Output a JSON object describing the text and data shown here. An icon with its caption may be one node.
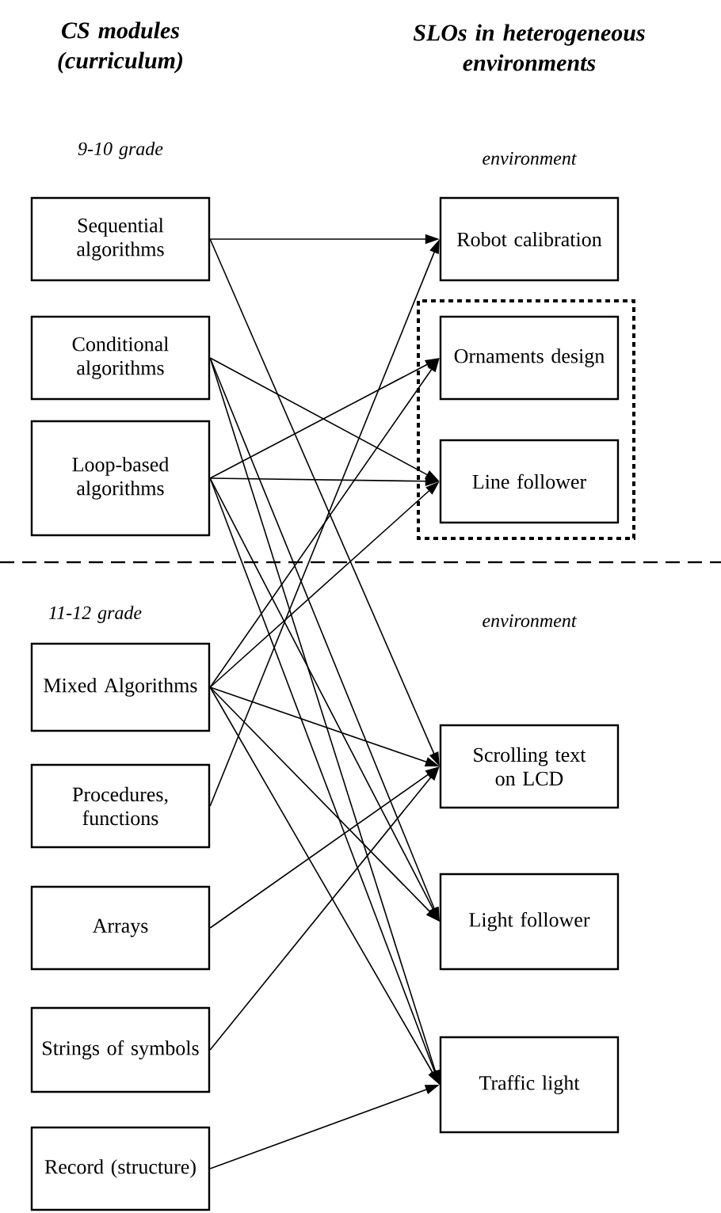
{
  "diagram": {
    "nodes": [
      {
        "text": [
          "Sequential algorithms"
        ]
      },
      {
        "text": [
          "Conditional algorithms"
        ]
      },
      {
        "text": [
          "Loop-based algorithms"
        ]
      },
      {
        "text": [
          "Mixed Algorithms"
        ]
      },
      {
        "text": [
          "Procedures, functions"
        ]
      },
      {
        "text": [
          "Arrays"
        ]
      },
      {
        "text": [
          "Strings of symbols"
        ]
      },
      {
        "text": [
          "Record (structure)"
        ]
      },
      {
        "text": [
          "Robot calibration"
        ]
      },
      {
        "text": [
          "Ornaments design"
        ]
      },
      {
        "text": [
          "Line follower"
        ]
      },
      {
        "text": [
          "Scrolling text on LCD"
        ]
      },
      {
        "text": [
          "Light follower"
        ]
      },
      {
        "text": [
          "Traffic light"
        ]
      }
    ],
    "edges": [
      {
        "from": 0,
        "to": 8,
        "arrow": "to"
      },
      {
        "from": 0,
        "to": 11,
        "arrow": "to"
      },
      {
        "from": 1,
        "to": 10,
        "arrow": "to"
      },
      {
        "from": 1,
        "to": 12,
        "arrow": "to"
      },
      {
        "from": 1,
        "to": 13,
        "arrow": "to"
      },
      {
        "from": 2,
        "to": 9,
        "arrow": "to"
      },
      {
        "from": 2,
        "to": 10,
        "arrow": "to"
      },
      {
        "from": 2,
        "to": 12,
        "arrow": "to"
      },
      {
        "from": 2,
        "to": 13,
        "arrow": "to"
      },
      {
        "from": 3,
        "to": 9,
        "arrow": "to"
      },
      {
        "from": 3,
        "to": 10,
        "arrow": "to"
      },
      {
        "from": 3,
        "to": 11,
        "arrow": "to"
      },
      {
        "from": 3,
        "to": 12,
        "arrow": "to"
      },
      {
        "from": 3,
        "to": 13,
        "arrow": "to"
      },
      {
        "from": 4,
        "to": 8,
        "arrow": "to"
      },
      {
        "from": 5,
        "to": 11,
        "arrow": "to"
      },
      {
        "from": 6,
        "to": 11,
        "arrow": "to"
      },
      {
        "from": 7,
        "to": 13,
        "arrow": "to"
      }
    ],
    "labels": [
      "CS modules (curriculum)",
      "SLOs in heterogeneous environments",
      "9-10 grade",
      "environment",
      "11-12 grade",
      "environment"
    ]
  }
}
